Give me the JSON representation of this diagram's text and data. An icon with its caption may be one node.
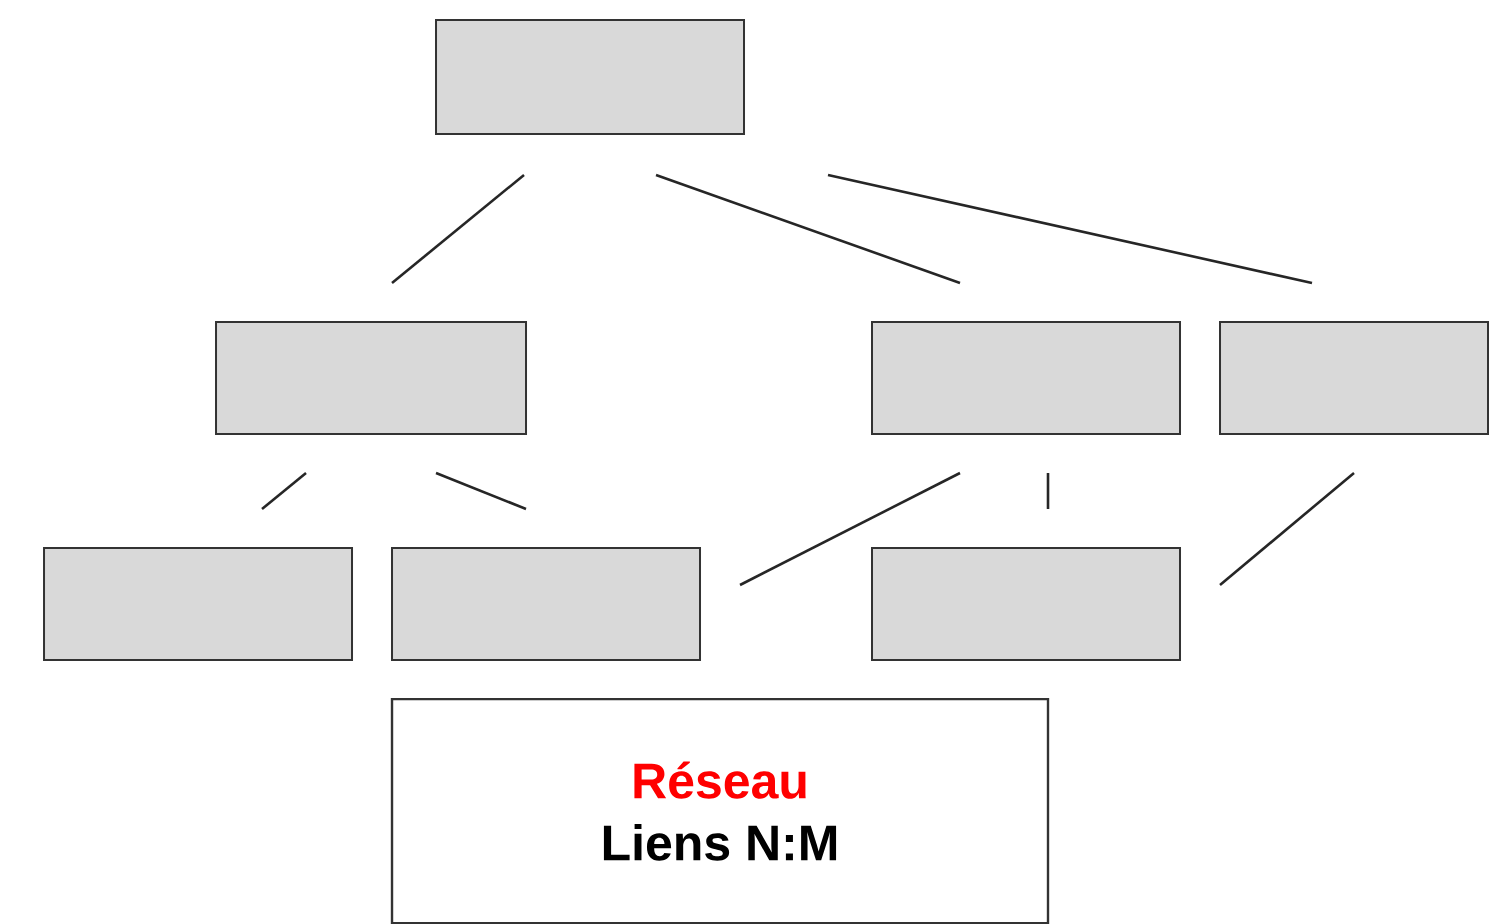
{
  "diagram": {
    "nodes": [
      {
        "text": [],
        "shape": "box"
      },
      {
        "text": [],
        "shape": "box"
      },
      {
        "text": [],
        "shape": "box"
      },
      {
        "text": [],
        "shape": "box"
      },
      {
        "text": [],
        "shape": "box"
      },
      {
        "text": [],
        "shape": "box"
      },
      {
        "text": [],
        "shape": "box"
      },
      {
        "text": [
          "Réseau",
          "Liens N:M"
        ]
      }
    ],
    "edges": [
      {
        "from": 0,
        "to": 1,
        "arrow": "none"
      },
      {
        "from": 0,
        "to": 2,
        "arrow": "none"
      },
      {
        "from": 0,
        "to": 3,
        "arrow": "none"
      },
      {
        "from": 1,
        "to": 4,
        "arrow": "none"
      },
      {
        "from": 1,
        "to": 5,
        "arrow": "none"
      },
      {
        "from": 2,
        "to": 5,
        "arrow": "none"
      },
      {
        "from": 2,
        "to": 6,
        "arrow": "none"
      },
      {
        "from": 3,
        "to": 6,
        "arrow": "none"
      }
    ]
  }
}
